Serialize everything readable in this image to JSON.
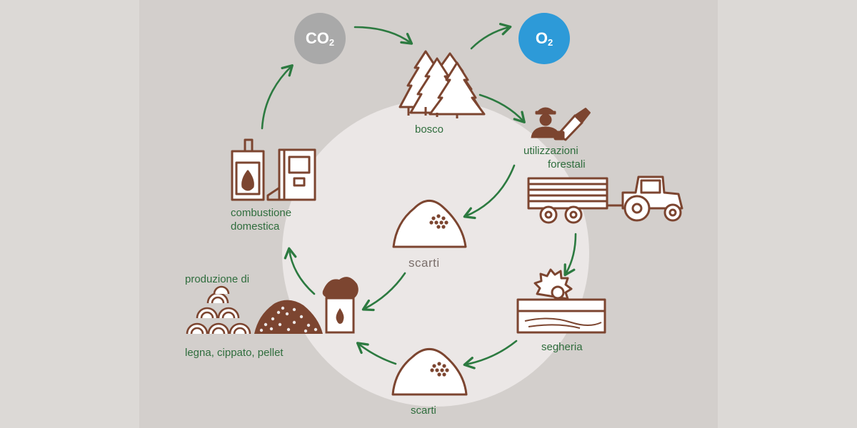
{
  "nodes": {
    "co2": {
      "main": "CO",
      "sub": "2"
    },
    "o2": {
      "main": "O",
      "sub": "2"
    },
    "bosco": "bosco",
    "utilizzazioni": [
      "utilizzazioni",
      "forestali"
    ],
    "scarti_upper": "scarti",
    "segheria": "segheria",
    "scarti_lower": "scarti",
    "produzione": [
      "produzione di",
      "legna, cippato, pellet"
    ],
    "combustione": [
      "combustione",
      "domestica"
    ]
  },
  "colors": {
    "background": "#dcd9d6",
    "panel": "#d3cfcc",
    "center_circle": "#ebe7e6",
    "co2_circle": "#a9a9a9",
    "o2_circle": "#2d9ad8",
    "icon_brown": "#7c4530",
    "arrow_green": "#2c7a40",
    "label_green": "#2f6d3d",
    "label_grey": "#7a6e6a"
  },
  "icons": [
    "forest-icon",
    "forest-worker-chainsaw-icon",
    "tractor-trailer-icon",
    "sawmill-icon",
    "waste-pile-icon",
    "firewood-logs-icon",
    "wood-chips-icon",
    "pellet-bag-icon",
    "stove-icon",
    "boiler-icon"
  ]
}
